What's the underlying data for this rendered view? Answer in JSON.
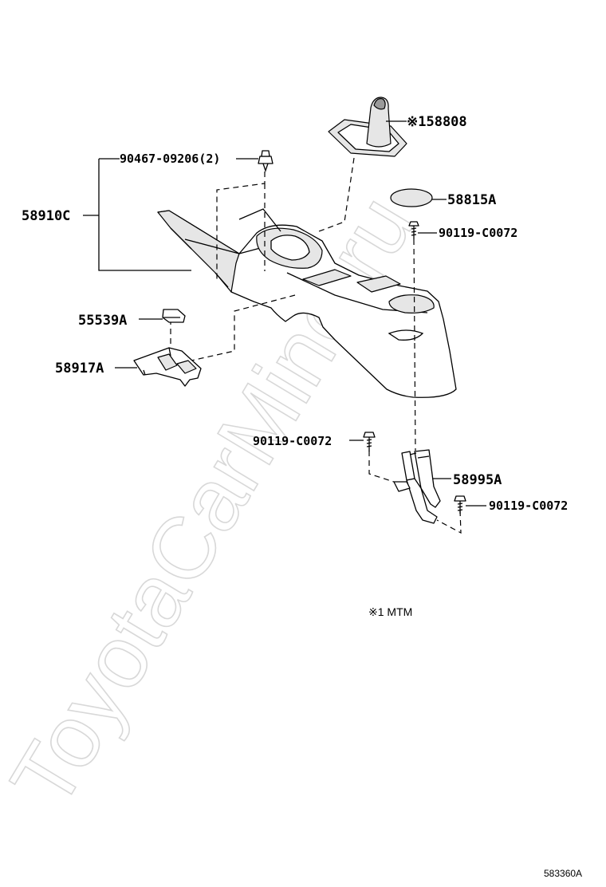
{
  "watermark": "ToyotaCarMine.ru",
  "parts": {
    "p58808": "※158808",
    "p58815a": "58815A",
    "p90119_top": "90119-C0072",
    "p90467": "90467-09206(2)",
    "p58910c": "58910C",
    "p55539a": "55539A",
    "p58917a": "58917A",
    "p90119_left": "90119-C0072",
    "p58995a": "58995A",
    "p90119_right": "90119-C0072"
  },
  "note": "※1 MTM",
  "diagram_code": "583360A"
}
